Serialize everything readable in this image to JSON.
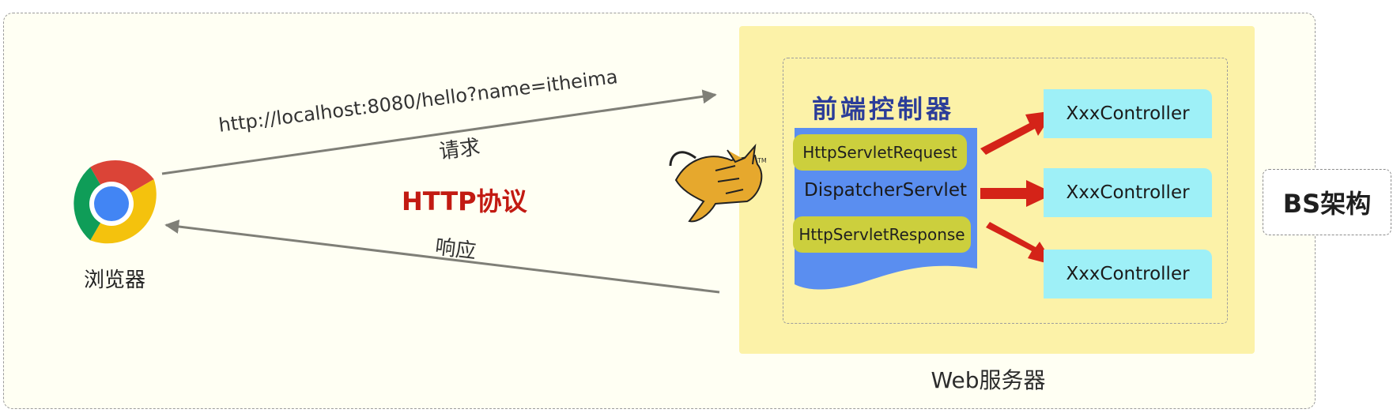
{
  "browser": {
    "label": "浏览器",
    "icon": "chrome-icon"
  },
  "request": {
    "url": "http://localhost:8080/hello?name=itheima",
    "label": "请求"
  },
  "response": {
    "label": "响应"
  },
  "protocol": {
    "label": "HTTP协议",
    "color": "#c21a12"
  },
  "server": {
    "label": "Web服务器",
    "icon": "tomcat-icon",
    "background": "#fcf2a8"
  },
  "front_controller": {
    "title": "前端控制器",
    "request": "HttpServletRequest",
    "servlet": "DispatcherServlet",
    "response": "HttpServletResponse"
  },
  "controllers": [
    "XxxController",
    "XxxController",
    "XxxController"
  ],
  "architecture": {
    "label": "BS架构"
  },
  "colors": {
    "arrow_gray": "#7f7f77",
    "arrow_red": "#d42318",
    "controller_bg": "#9ef0f7",
    "servlet_bg": "#5a8ef0",
    "pill_bg": "#cccf3d"
  }
}
